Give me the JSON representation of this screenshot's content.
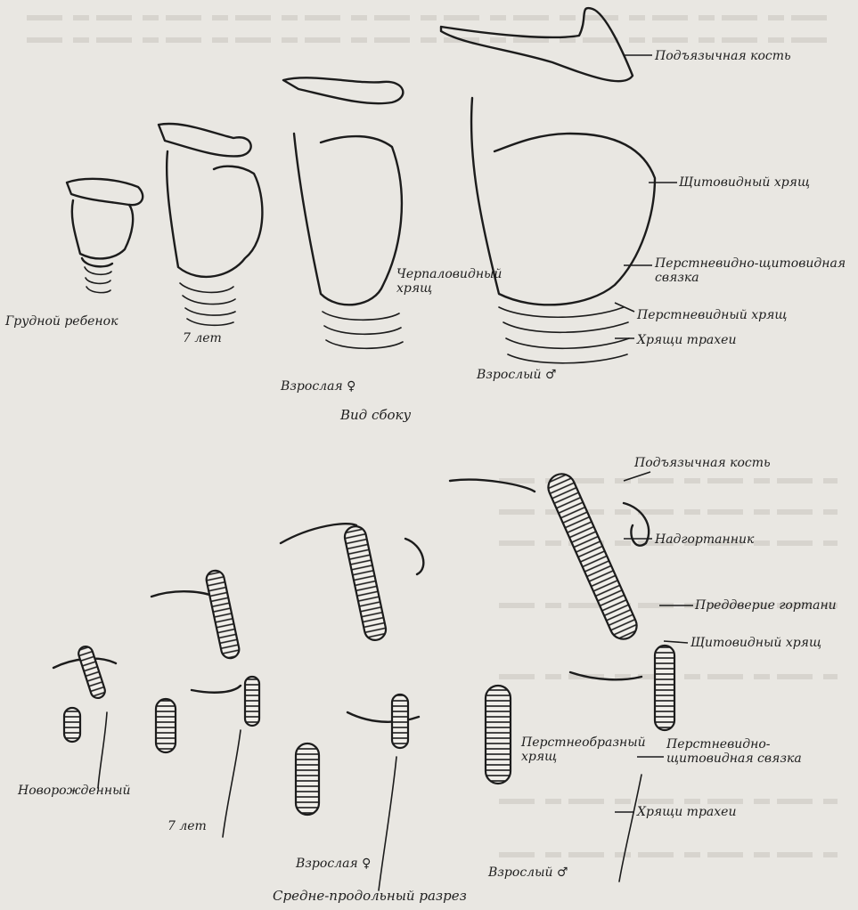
{
  "top": {
    "labels": {
      "hyoid": "Подъязычная кость",
      "thyroid": "Щитовидный хрящ",
      "cricothyroid_lig": "Перстневидно-щитовидная\nсвязка",
      "cricoid": "Перстневидный хрящ",
      "tracheal": "Хрящи трахеи",
      "arytenoid": "Черпаловидный\nхрящ"
    },
    "ages": {
      "infant": "Грудной ребенок",
      "seven": "7 лет",
      "adult_female": "Взрослая ♀",
      "adult_male": "Взрослый ♂"
    },
    "caption": "Вид сбоку"
  },
  "bottom": {
    "labels": {
      "hyoid": "Подъязычная кость",
      "epiglottis": "Надгортанник",
      "vestibule": "Преддверие гортани",
      "thyroid": "Щитовидный хрящ",
      "cricoid": "Перстнеобразный\nхрящ",
      "cricothyroid_lig": "Перстневидно-\nщитовидная связка",
      "tracheal": "Хрящи трахеи"
    },
    "ages": {
      "newborn": "Новорожденный",
      "seven": "7 лет",
      "adult_female": "Взрослая ♀",
      "adult_male": "Взрослый ♂"
    },
    "caption": "Средне-продольный разрез"
  }
}
